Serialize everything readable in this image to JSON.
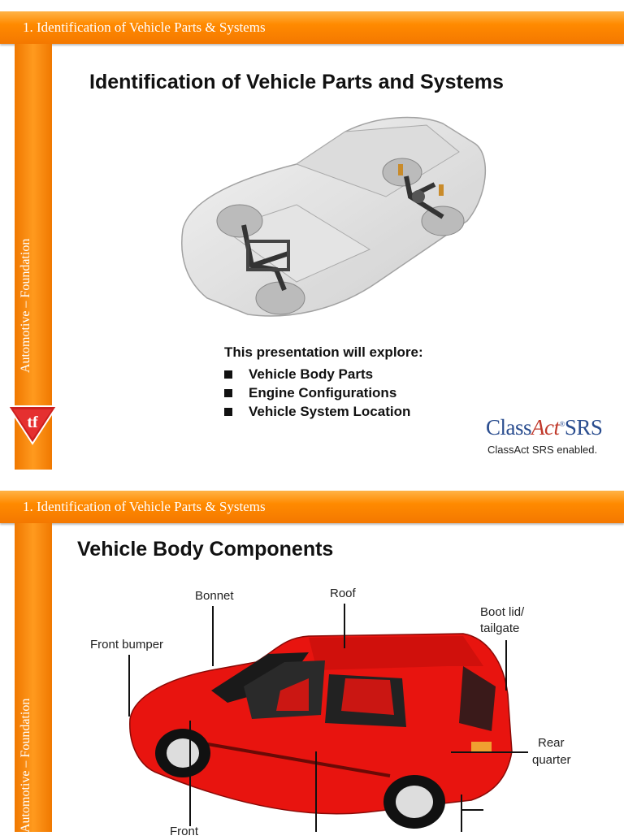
{
  "slide1": {
    "header": "1. Identification of Vehicle Parts & Systems",
    "sidebar_text": "Automotive – Foundation",
    "title": "Identification of Vehicle Parts and Systems",
    "explore_heading": "This presentation will explore:",
    "bullets": [
      "Vehicle Body Parts",
      "Engine Configurations",
      "Vehicle System Location"
    ],
    "brand_class": "Class",
    "brand_act": "Act",
    "brand_reg": "®",
    "brand_srs": "SRS",
    "enabled_text": "ClassAct SRS enabled."
  },
  "slide2": {
    "header": "1. Identification of Vehicle Parts & Systems",
    "sidebar_text": "Automotive – Foundation",
    "title": "Vehicle Body Components",
    "labels": {
      "bonnet": "Bonnet",
      "roof": "Roof",
      "boot_lid_1": "Boot lid/",
      "boot_lid_2": "tailgate",
      "front_bumper": "Front bumper",
      "rear_quarter_1": "Rear",
      "rear_quarter_2": "quarter",
      "front": "Front"
    }
  },
  "colors": {
    "orange": "#ff8a00",
    "car_red": "#e8140f",
    "brand_blue": "#2a4d8f"
  }
}
